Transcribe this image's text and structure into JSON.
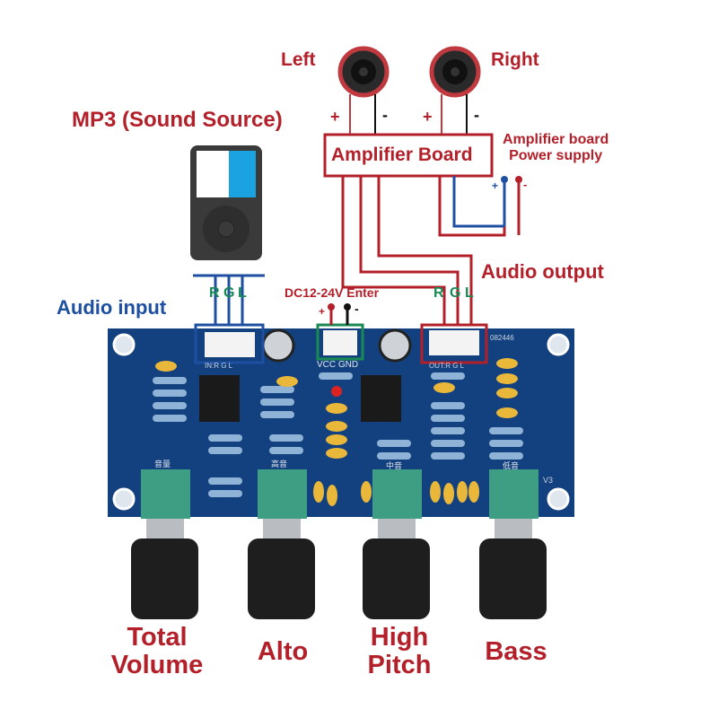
{
  "speakers": {
    "left_label": "Left",
    "right_label": "Right",
    "plus": "+",
    "minus": "-"
  },
  "source": {
    "label": "MP3 (Sound Source)"
  },
  "amplifier": {
    "label": "Amplifier Board",
    "power_label_line1": "Amplifier board",
    "power_label_line2": "Power supply",
    "power_plus": "+",
    "power_minus": "-"
  },
  "audio_output": {
    "label": "Audio output",
    "pins": [
      "R",
      "G",
      "L"
    ]
  },
  "audio_input": {
    "label": "Audio input",
    "pins": [
      "R",
      "G",
      "L"
    ]
  },
  "power_input": {
    "label": "DC12-24V Enter",
    "plus": "+",
    "minus": "-",
    "silk": "VCC  GND"
  },
  "board": {
    "serial": "082446",
    "version": "V3",
    "in_silk": "IN:R  G  L",
    "out_silk": "OUT:R  G  L",
    "pot_silk": [
      "音量",
      "高音",
      "中音",
      "低音"
    ]
  },
  "controls": [
    {
      "line1": "Total",
      "line2": "Volume"
    },
    {
      "line1": "Alto",
      "line2": ""
    },
    {
      "line1": "High",
      "line2": "Pitch"
    },
    {
      "line1": "Bass",
      "line2": ""
    }
  ],
  "colors": {
    "label_red": "#b3202a",
    "wire_blue": "#1e4fa0",
    "pin_green": "#1a8a55",
    "pcb_blue": "#13407e"
  }
}
